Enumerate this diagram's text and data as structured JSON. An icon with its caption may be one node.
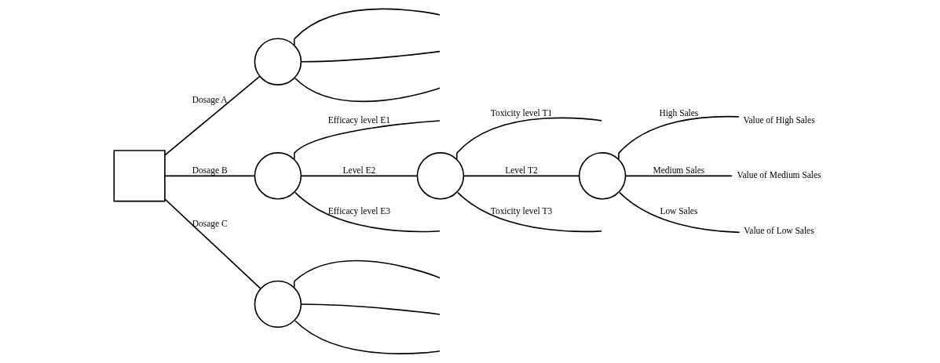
{
  "diagram": {
    "nodes": [
      {
        "text": [],
        "shape": "box"
      },
      {
        "text": [],
        "shape": "circle"
      },
      {
        "text": [],
        "shape": "circle"
      },
      {
        "text": [],
        "shape": "circle"
      },
      {
        "text": [],
        "shape": "circle"
      },
      {
        "text": [],
        "shape": "circle"
      },
      {
        "text": [
          "Value of High Sales"
        ]
      },
      {
        "text": [
          "Value of Medium Sales"
        ]
      },
      {
        "text": [
          "Value of Low Sales"
        ]
      }
    ],
    "edges": [
      {
        "from": 0,
        "to": 1,
        "arrow": "none",
        "label": "Dosage A"
      },
      {
        "from": 0,
        "to": 2,
        "arrow": "none",
        "label": "Dosage B"
      },
      {
        "from": 0,
        "to": 3,
        "arrow": "none",
        "label": "Dosage C"
      },
      {
        "from": 1,
        "to": null,
        "arrow": "none"
      },
      {
        "from": 1,
        "to": null,
        "arrow": "none"
      },
      {
        "from": 1,
        "to": null,
        "arrow": "none"
      },
      {
        "from": 2,
        "to": null,
        "arrow": "none",
        "label": "Efficacy level E1"
      },
      {
        "from": 2,
        "to": 4,
        "arrow": "none",
        "label": "Level E2"
      },
      {
        "from": 2,
        "to": null,
        "arrow": "none",
        "label": "Efficacy level E3"
      },
      {
        "from": 4,
        "to": null,
        "arrow": "none",
        "label": "Toxicity level T1"
      },
      {
        "from": 4,
        "to": 5,
        "arrow": "none",
        "label": "Level T2"
      },
      {
        "from": 4,
        "to": null,
        "arrow": "none",
        "label": "Toxicity level T3"
      },
      {
        "from": 5,
        "to": 6,
        "arrow": "none",
        "label": "High Sales"
      },
      {
        "from": 5,
        "to": 7,
        "arrow": "none",
        "label": "Medium Sales"
      },
      {
        "from": 5,
        "to": 8,
        "arrow": "none",
        "label": "Low Sales"
      },
      {
        "from": 3,
        "to": null,
        "arrow": "none"
      },
      {
        "from": 3,
        "to": null,
        "arrow": "none"
      },
      {
        "from": 3,
        "to": null,
        "arrow": "none"
      }
    ]
  }
}
